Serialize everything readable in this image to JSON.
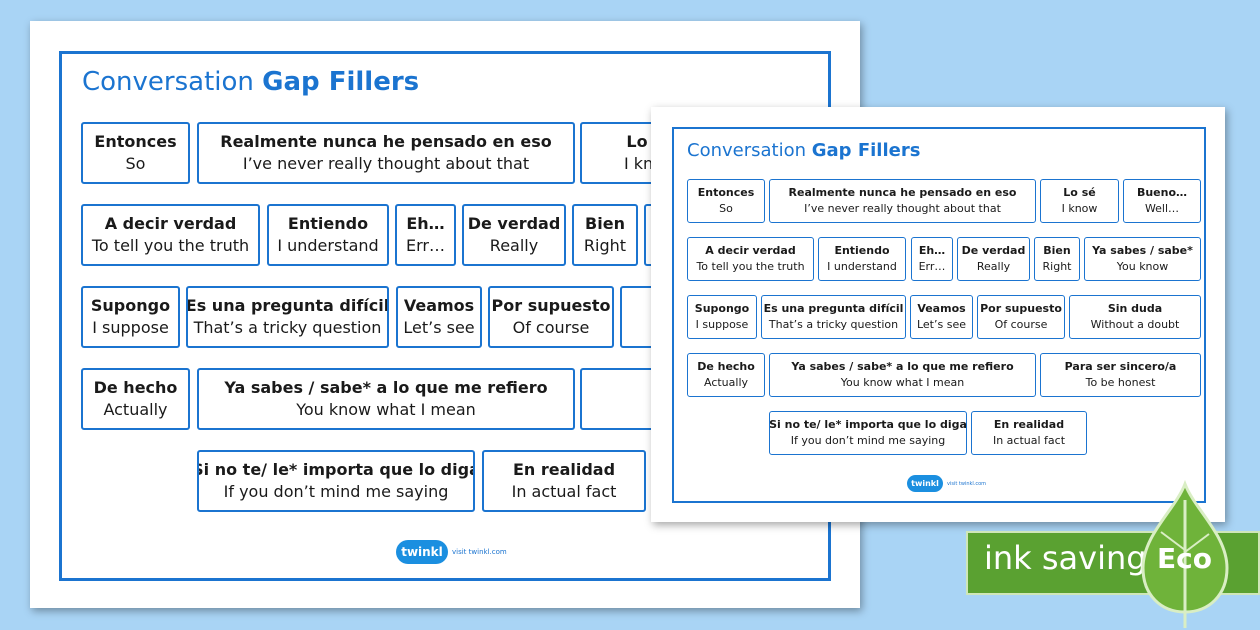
{
  "title": {
    "part1": "Conversation",
    "part2": "Gap Fillers"
  },
  "footer": {
    "logo": "twinkl",
    "visit": "visit twinkl.com"
  },
  "badge": {
    "ink_saving": "ink saving",
    "eco": "Eco"
  },
  "colors": {
    "brand_blue": "#1b74d0",
    "background": "#a9d4f5",
    "eco_green": "#5aa131"
  },
  "phrases": [
    {
      "es": "Entonces",
      "en": "So"
    },
    {
      "es": "Realmente nunca he pensado en eso",
      "en": "I’ve never really thought about that"
    },
    {
      "es": "Lo sé",
      "en": "I know"
    },
    {
      "es": "Bueno…",
      "en": "Well…"
    },
    {
      "es": "A decir verdad",
      "en": "To tell you the truth"
    },
    {
      "es": "Entiendo",
      "en": "I understand"
    },
    {
      "es": "Eh…",
      "en": "Err…"
    },
    {
      "es": "De verdad",
      "en": "Really"
    },
    {
      "es": "Bien",
      "en": "Right"
    },
    {
      "es": "Ya sabes / sabe*",
      "en": "You know"
    },
    {
      "es": "Supongo",
      "en": "I suppose"
    },
    {
      "es": "Es una pregunta difícil",
      "en": "That’s a tricky question"
    },
    {
      "es": "Veamos",
      "en": "Let’s see"
    },
    {
      "es": "Por supuesto",
      "en": "Of course"
    },
    {
      "es": "Sin duda",
      "en": "Without a doubt"
    },
    {
      "es": "De hecho",
      "en": "Actually"
    },
    {
      "es": "Ya sabes / sabe*  a lo que me refiero",
      "en": "You know what I mean"
    },
    {
      "es": "Para ser sincero/a",
      "en": "To be honest"
    },
    {
      "es": "Si no te/ le*  importa que lo diga",
      "en": "If you don’t mind me saying"
    },
    {
      "es": "En realidad",
      "en": "In actual fact"
    }
  ]
}
